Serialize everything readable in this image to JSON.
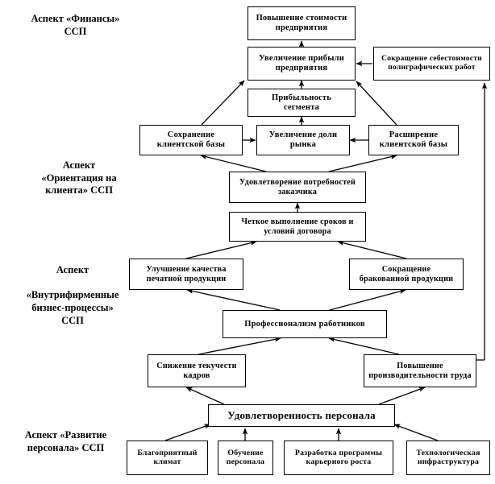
{
  "diagram": {
    "type": "flow-diagram",
    "title_language": "ru",
    "colors": {
      "stroke": "#000000",
      "fill": "#ffffff",
      "background": "#ffffff"
    },
    "aspects": [
      {
        "id": "finance",
        "label": "Аспект «Финансы»\nССП"
      },
      {
        "id": "customer",
        "label": "Аспект\n«Ориентация на\nклиента» ССП"
      },
      {
        "id": "internal",
        "label": "Аспект\n\n«Внутрифирменные\nбизнес-процессы»\nССП"
      },
      {
        "id": "personnel",
        "label": "Аспект «Развитие\nперсонала» ССП"
      }
    ],
    "nodes": [
      {
        "id": "n1",
        "label": "Повышение стоимости\nпредприятия"
      },
      {
        "id": "n2",
        "label": "Увеличение прибыли\nпредприятия"
      },
      {
        "id": "n3",
        "label": "Сокращение себестоимости\nполиграфических работ"
      },
      {
        "id": "n4",
        "label": "Прибыльность\nсегмента"
      },
      {
        "id": "n5",
        "label": "Сохранение\nклиентской базы"
      },
      {
        "id": "n6",
        "label": "Увеличение доли\nрынка"
      },
      {
        "id": "n7",
        "label": "Расширение\nклиентской базы"
      },
      {
        "id": "n8",
        "label": "Удовлетворение потребностей\nзаказчика"
      },
      {
        "id": "n9",
        "label": "Четкое выполнение сроков и\nусловий договора"
      },
      {
        "id": "n10",
        "label": "Улучшение качества\nпечатной продукции"
      },
      {
        "id": "n11",
        "label": "Сокращение\nбракованной продукции"
      },
      {
        "id": "n12",
        "label": "Профессионализм работников"
      },
      {
        "id": "n13",
        "label": "Снижение текучести\nкадров"
      },
      {
        "id": "n14",
        "label": "Повышение\nпроизводительности труда"
      },
      {
        "id": "n15",
        "label": "Удовлетворенность персонала"
      },
      {
        "id": "n16",
        "label": "Благоприятный\nклимат"
      },
      {
        "id": "n17",
        "label": "Обучение\nперсонала"
      },
      {
        "id": "n18",
        "label": "Разработка программы\nкарьерного роста"
      },
      {
        "id": "n19",
        "label": "Технологическая\nинфраструктура"
      }
    ],
    "edges": [
      {
        "from": "n2",
        "to": "n1"
      },
      {
        "from": "n4",
        "to": "n2"
      },
      {
        "from": "n3",
        "to": "n2"
      },
      {
        "from": "n5",
        "to": "n2"
      },
      {
        "from": "n7",
        "to": "n2"
      },
      {
        "from": "n6",
        "to": "n4"
      },
      {
        "from": "n5",
        "to": "n6"
      },
      {
        "from": "n7",
        "to": "n6"
      },
      {
        "from": "n8",
        "to": "n5"
      },
      {
        "from": "n8",
        "to": "n7"
      },
      {
        "from": "n9",
        "to": "n8"
      },
      {
        "from": "n10",
        "to": "n9"
      },
      {
        "from": "n11",
        "to": "n9"
      },
      {
        "from": "n12",
        "to": "n10"
      },
      {
        "from": "n12",
        "to": "n11"
      },
      {
        "from": "n13",
        "to": "n12"
      },
      {
        "from": "n14",
        "to": "n12"
      },
      {
        "from": "n15",
        "to": "n13"
      },
      {
        "from": "n15",
        "to": "n14"
      },
      {
        "from": "n14",
        "to": "n3"
      },
      {
        "from": "n16",
        "to": "n15"
      },
      {
        "from": "n17",
        "to": "n15"
      },
      {
        "from": "n18",
        "to": "n15"
      },
      {
        "from": "n19",
        "to": "n15"
      }
    ]
  }
}
